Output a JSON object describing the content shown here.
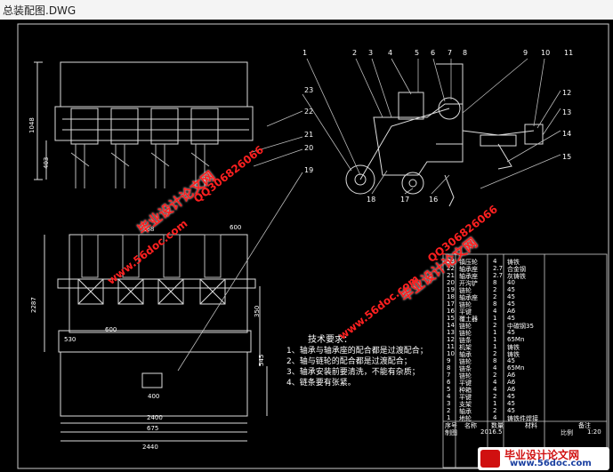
{
  "window": {
    "title": "总装配图.DWG"
  },
  "drawing": {
    "part_numbers": [
      "1",
      "2",
      "3",
      "4",
      "5",
      "6",
      "7",
      "8",
      "9",
      "10",
      "11",
      "12",
      "13",
      "14",
      "15",
      "16",
      "17",
      "18",
      "19",
      "20",
      "21",
      "22",
      "23"
    ],
    "dims_left": [
      "2440",
      "2400",
      "675",
      "400",
      "600",
      "530",
      "2287",
      "545",
      "350",
      "600",
      "268",
      "1048",
      "403"
    ],
    "tech_title": "技术要求：",
    "tech_items": [
      "1、轴承与轴承座的配合都是过渡配合；",
      "2、轴与链轮的配合都是过渡配合；",
      "3、轴承安装前要清洗，不能有杂质；",
      "4、链条要有张紧。"
    ],
    "bom_rows": [
      [
        "23",
        "镇压轮",
        "4",
        "铸铁",
        ""
      ],
      [
        "22",
        "轴承座",
        "2.7",
        "合金钢",
        ""
      ],
      [
        "21",
        "轴承座",
        "2.7",
        "灰铸铁",
        ""
      ],
      [
        "20",
        "开沟铲",
        "8",
        "40",
        ""
      ],
      [
        "19",
        "链轮",
        "2",
        "45",
        ""
      ],
      [
        "18",
        "轴承座",
        "2",
        "45",
        ""
      ],
      [
        "17",
        "链轮",
        "8",
        "45",
        ""
      ],
      [
        "16",
        "平键",
        "4",
        "A6",
        ""
      ],
      [
        "15",
        "覆土器",
        "1",
        "45",
        ""
      ],
      [
        "14",
        "链轮",
        "2",
        "中碳钢35",
        ""
      ],
      [
        "13",
        "链轮",
        "1",
        "45",
        ""
      ],
      [
        "12",
        "链条",
        "1",
        "65Mn",
        ""
      ],
      [
        "11",
        "机架",
        "1",
        "铸铁",
        ""
      ],
      [
        "10",
        "轴承",
        "2",
        "铸铁",
        ""
      ],
      [
        "9",
        "链轮",
        "8",
        "45",
        ""
      ],
      [
        "8",
        "链条",
        "4",
        "65Mn",
        ""
      ],
      [
        "7",
        "链轮",
        "2",
        "A6",
        ""
      ],
      [
        "6",
        "平键",
        "4",
        "A6",
        ""
      ],
      [
        "5",
        "种箱",
        "4",
        "A6",
        ""
      ],
      [
        "4",
        "平键",
        "2",
        "45",
        ""
      ],
      [
        "3",
        "支架",
        "1",
        "45",
        ""
      ],
      [
        "2",
        "轴承",
        "2",
        "45",
        ""
      ],
      [
        "1",
        "地轮",
        "4",
        "铸铁件焊接",
        ""
      ]
    ],
    "bom_header": [
      "序号",
      "名称",
      "数量",
      "材料",
      "备注"
    ],
    "bom_footer": [
      "制图",
      "2016.5",
      "比例",
      "1:20"
    ]
  },
  "watermarks": {
    "cn": "毕业设计论文网",
    "url": "www.56doc.com",
    "qq": "QQ306826066"
  },
  "footer_logo": {
    "cn": "毕业设计论文网",
    "url": "www.56doc.com"
  }
}
